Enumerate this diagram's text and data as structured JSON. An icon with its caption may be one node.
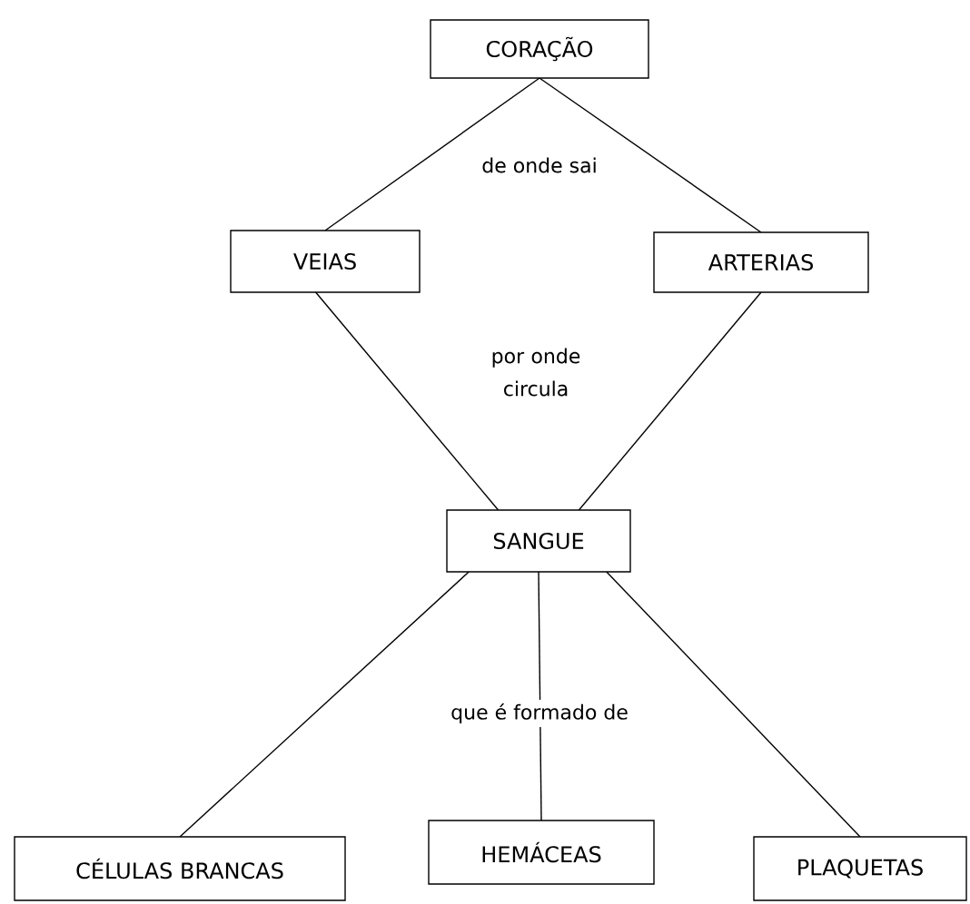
{
  "diagram": {
    "nodes": [
      {
        "text": [
          "CORAÇÃO"
        ]
      },
      {
        "text": [
          "VEIAS"
        ]
      },
      {
        "text": [
          "ARTERIAS"
        ]
      },
      {
        "text": [
          "SANGUE"
        ]
      },
      {
        "text": [
          "CÉLULAS BRANCAS"
        ]
      },
      {
        "text": [
          "HEMÁCEAS"
        ]
      },
      {
        "text": [
          "PLAQUETAS"
        ]
      }
    ],
    "edges": [
      {
        "from": 0,
        "to": 1,
        "arrow": "none",
        "label": "de onde sai"
      },
      {
        "from": 0,
        "to": 2,
        "arrow": "none"
      },
      {
        "from": 1,
        "to": 3,
        "arrow": "none",
        "label": "por onde circula"
      },
      {
        "from": 2,
        "to": 3,
        "arrow": "none"
      },
      {
        "from": 3,
        "to": 4,
        "arrow": "none"
      },
      {
        "from": 3,
        "to": 5,
        "arrow": "none",
        "label": "que é formado de"
      },
      {
        "from": 3,
        "to": 6,
        "arrow": "none"
      }
    ]
  }
}
